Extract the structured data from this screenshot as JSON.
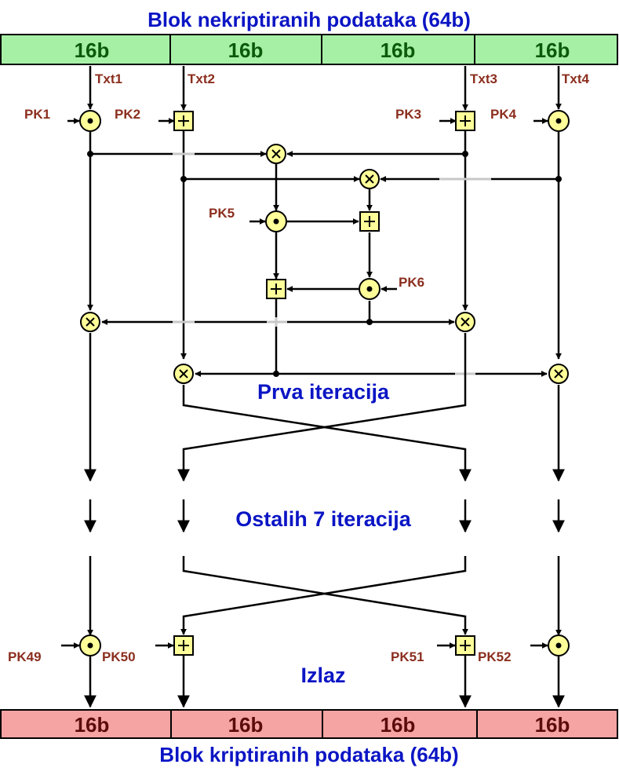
{
  "title_top": "Blok nekriptiranih podataka (64b)",
  "title_bottom": "Blok kriptiranih podataka (64b)",
  "top_segments": [
    "16b",
    "16b",
    "16b",
    "16b"
  ],
  "bottom_segments": [
    "16b",
    "16b",
    "16b",
    "16b"
  ],
  "inputs": [
    "Txt1",
    "Txt2",
    "Txt3",
    "Txt4"
  ],
  "keys_first_layer": [
    "PK1",
    "PK2",
    "PK3",
    "PK4"
  ],
  "keys_mid": [
    "PK5",
    "PK6"
  ],
  "keys_last_layer": [
    "PK49",
    "PK50",
    "PK51",
    "PK52"
  ],
  "first_iteration_label": "Prva iteracija",
  "remaining_label": "Ostalih 7 iteracija",
  "output_label": "Izlaz",
  "colors": {
    "top_bar": "#a6f0a6",
    "bottom_bar": "#f5a3a3",
    "text": "#0b15c4",
    "key_text": "#8b2e1e",
    "node_fill": "#ffff99"
  }
}
